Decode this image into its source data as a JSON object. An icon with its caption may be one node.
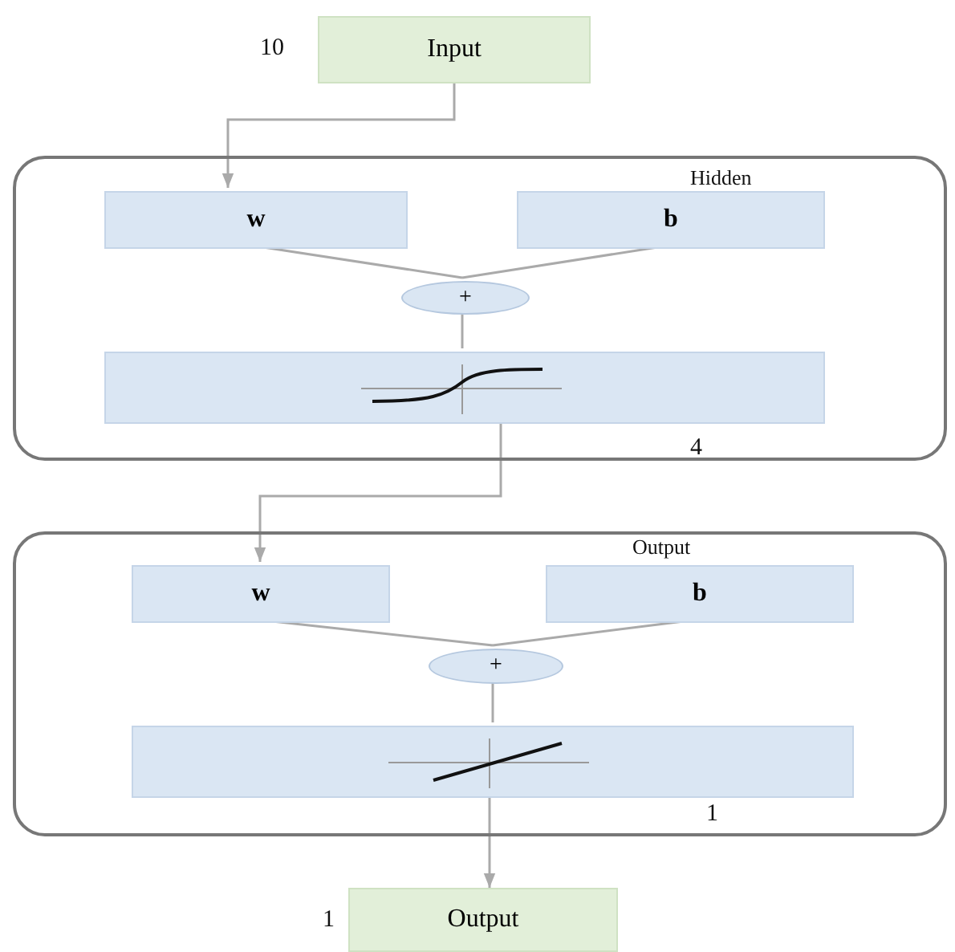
{
  "diagram": {
    "nodes": [
      {
        "text": [
          "Input"
        ],
        "beside": [
          "10"
        ]
      },
      {
        "text": [
          "Hidden",
          "4"
        ]
      },
      {
        "text": [
          "w"
        ],
        "in": 1
      },
      {
        "text": [
          "b"
        ],
        "in": 1
      },
      {
        "text": [
          "+"
        ],
        "in": 1
      },
      {
        "text": [],
        "shape": "box",
        "in": 1
      },
      {
        "text": [
          "Output",
          "1"
        ]
      },
      {
        "text": [
          "w"
        ],
        "in": 6
      },
      {
        "text": [
          "b"
        ],
        "in": 6
      },
      {
        "text": [
          "+"
        ],
        "in": 6
      },
      {
        "text": [],
        "shape": "box",
        "in": 6
      },
      {
        "text": [
          "Output"
        ],
        "beside": [
          "1"
        ]
      }
    ],
    "edges": [
      {
        "from": 0,
        "to": 2,
        "arrow": "to"
      },
      {
        "from": 2,
        "to": 4,
        "arrow": "none"
      },
      {
        "from": 3,
        "to": 4,
        "arrow": "none"
      },
      {
        "from": 4,
        "to": 5,
        "arrow": "none"
      },
      {
        "from": 5,
        "to": 7,
        "arrow": "to"
      },
      {
        "from": 7,
        "to": 9,
        "arrow": "none"
      },
      {
        "from": 8,
        "to": 9,
        "arrow": "none"
      },
      {
        "from": 9,
        "to": 10,
        "arrow": "none"
      },
      {
        "from": 10,
        "to": 11,
        "arrow": "to"
      }
    ]
  }
}
